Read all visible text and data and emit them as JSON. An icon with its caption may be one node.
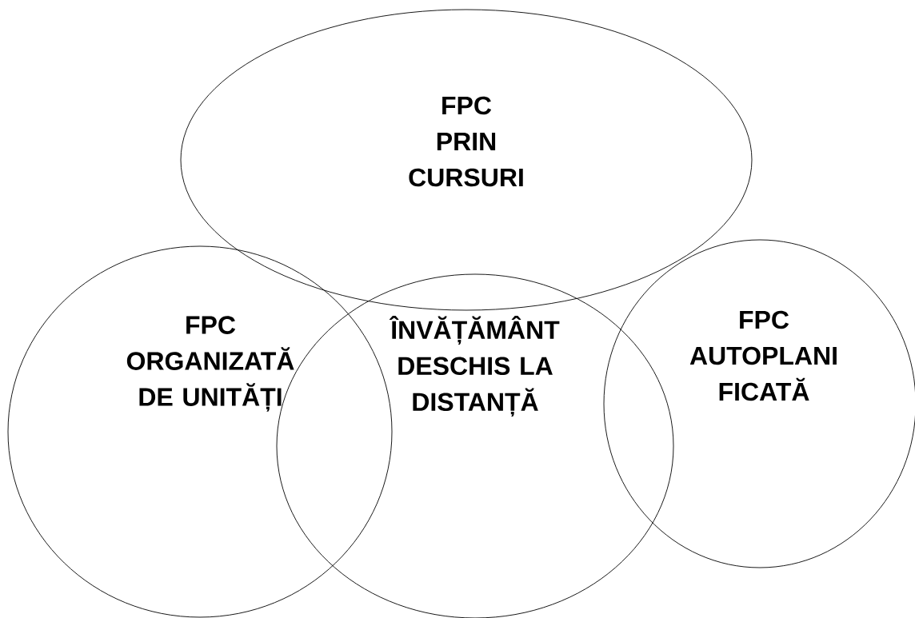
{
  "diagram": {
    "nodes": [
      {
        "text": [
          "FPC",
          "PRIN CURSURI"
        ]
      },
      {
        "text": [
          "FPC",
          "ORGANIZATĂ DE UNITĂȚI"
        ]
      },
      {
        "text": [
          "ÎNVĂȚĂMÂNT DESCHIS LA DISTANȚĂ"
        ]
      },
      {
        "text": [
          "FPC",
          "AUTOPLANI FICATĂ"
        ]
      }
    ]
  }
}
